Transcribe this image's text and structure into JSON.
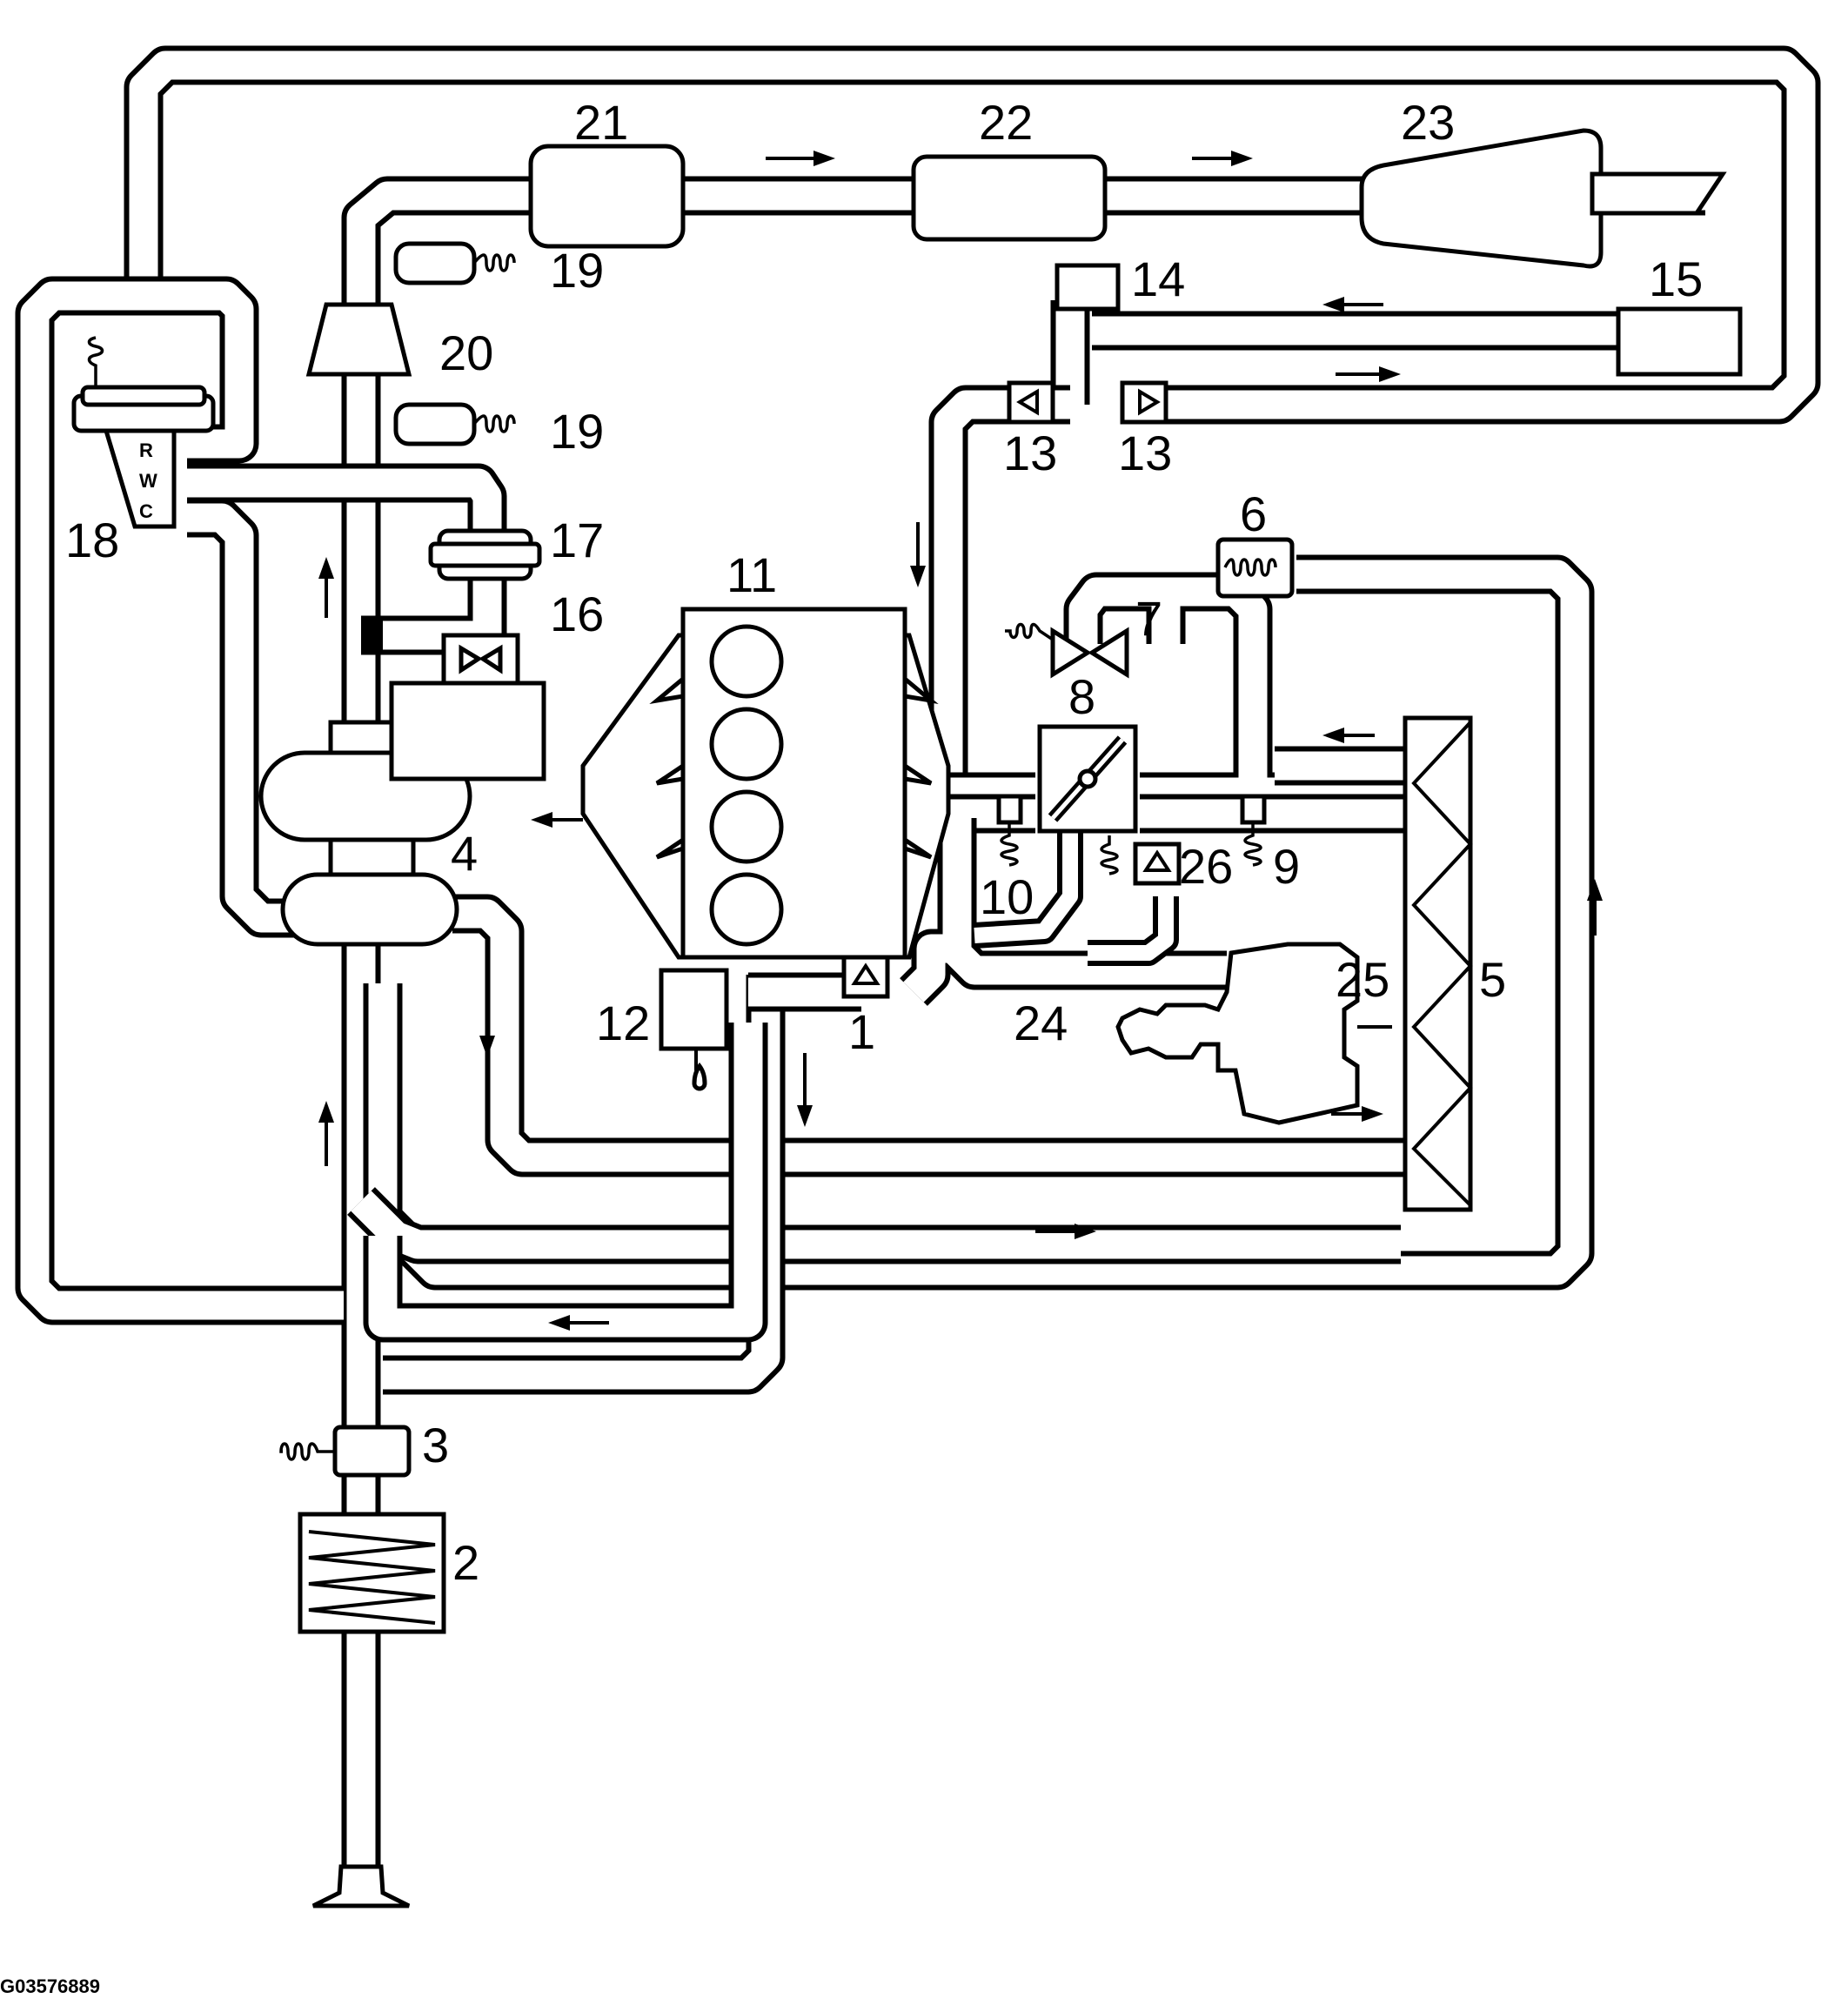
{
  "diagram": {
    "image_code": "G03576889",
    "component_labels": [
      "1",
      "2",
      "3",
      "4",
      "5",
      "6",
      "7",
      "8",
      "9",
      "10",
      "11",
      "12",
      "13",
      "13",
      "14",
      "15",
      "16",
      "17",
      "18",
      "19",
      "19",
      "20",
      "21",
      "22",
      "23",
      "24",
      "25",
      "26"
    ],
    "sensor_letters": [
      "R",
      "W",
      "C"
    ]
  }
}
